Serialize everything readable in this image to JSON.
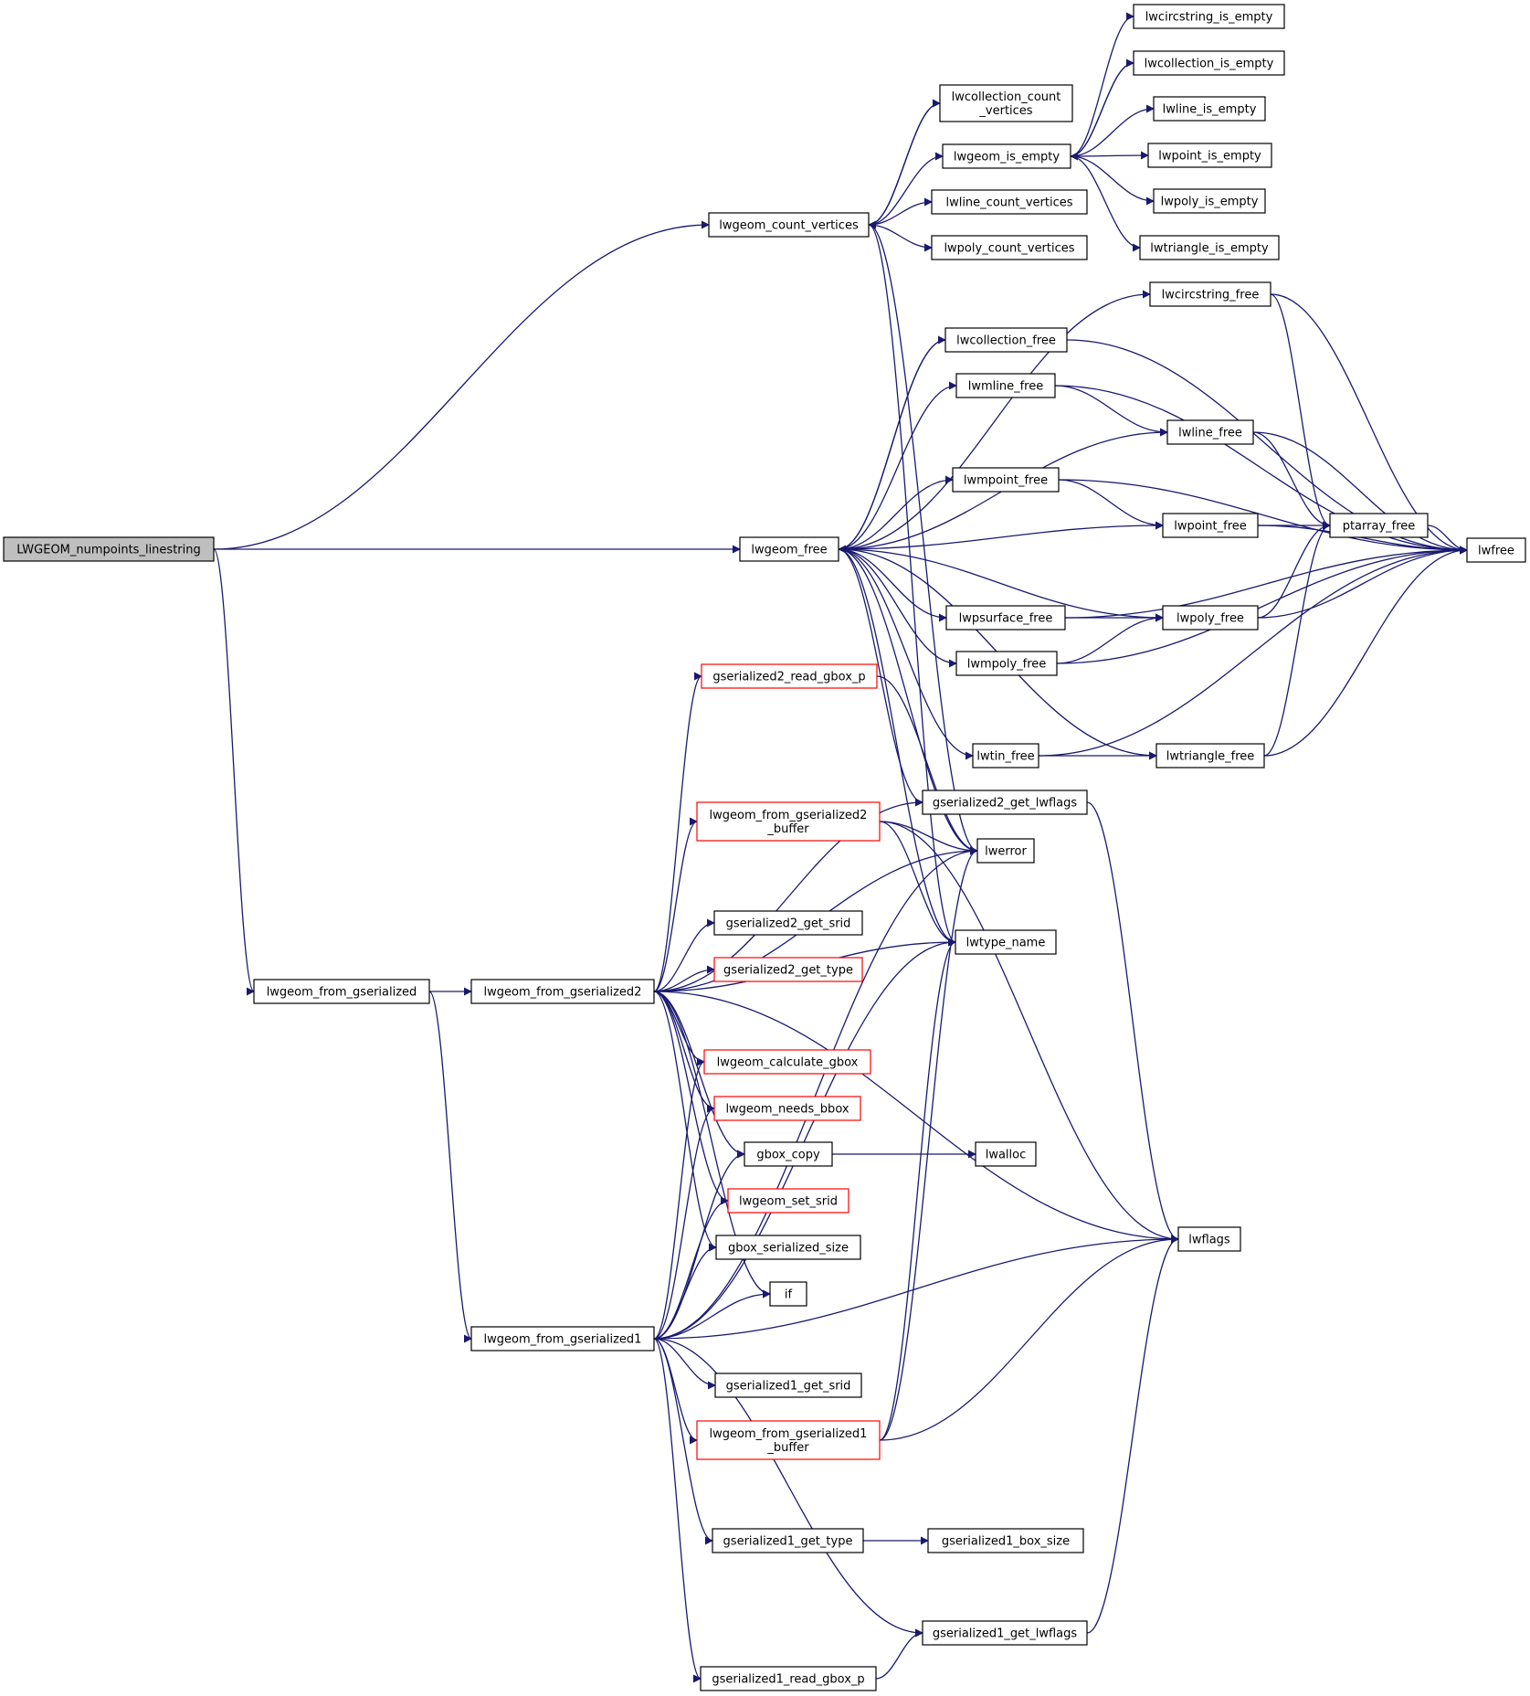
{
  "colors": {
    "edge": "#191970",
    "node_border": "#000000",
    "truncated_border": "#ff0000",
    "root_fill": "#bfbfbf"
  },
  "nodes": [
    {
      "id": "root",
      "label": [
        "LWGEOM_numpoints_linestring"
      ],
      "root": true
    },
    {
      "id": "count_vertices",
      "label": [
        "lwgeom_count_vertices"
      ]
    },
    {
      "id": "lwgeom_free",
      "label": [
        "lwgeom_free"
      ]
    },
    {
      "id": "from_gser",
      "label": [
        "lwgeom_from_gserialized"
      ]
    },
    {
      "id": "from_gser2",
      "label": [
        "lwgeom_from_gserialized2"
      ]
    },
    {
      "id": "from_gser1",
      "label": [
        "lwgeom_from_gserialized1"
      ]
    },
    {
      "id": "coll_count",
      "label": [
        "lwcollection_count",
        "_vertices"
      ]
    },
    {
      "id": "is_empty",
      "label": [
        "lwgeom_is_empty"
      ]
    },
    {
      "id": "line_count",
      "label": [
        "lwline_count_vertices"
      ]
    },
    {
      "id": "poly_count",
      "label": [
        "lwpoly_count_vertices"
      ]
    },
    {
      "id": "circ_empty",
      "label": [
        "lwcircstring_is_empty"
      ]
    },
    {
      "id": "coll_empty",
      "label": [
        "lwcollection_is_empty"
      ]
    },
    {
      "id": "line_empty",
      "label": [
        "lwline_is_empty"
      ]
    },
    {
      "id": "point_empty",
      "label": [
        "lwpoint_is_empty"
      ]
    },
    {
      "id": "poly_empty",
      "label": [
        "lwpoly_is_empty"
      ]
    },
    {
      "id": "tri_empty",
      "label": [
        "lwtriangle_is_empty"
      ]
    },
    {
      "id": "circ_free",
      "label": [
        "lwcircstring_free"
      ]
    },
    {
      "id": "coll_free",
      "label": [
        "lwcollection_free"
      ]
    },
    {
      "id": "mline_free",
      "label": [
        "lwmline_free"
      ]
    },
    {
      "id": "line_free",
      "label": [
        "lwline_free"
      ]
    },
    {
      "id": "mpoint_free",
      "label": [
        "lwmpoint_free"
      ]
    },
    {
      "id": "point_free",
      "label": [
        "lwpoint_free"
      ]
    },
    {
      "id": "ptarray_free",
      "label": [
        "ptarray_free"
      ]
    },
    {
      "id": "lwfree",
      "label": [
        "lwfree"
      ]
    },
    {
      "id": "psurf_free",
      "label": [
        "lwpsurface_free"
      ]
    },
    {
      "id": "poly_free",
      "label": [
        "lwpoly_free"
      ]
    },
    {
      "id": "mpoly_free",
      "label": [
        "lwmpoly_free"
      ]
    },
    {
      "id": "tin_free",
      "label": [
        "lwtin_free"
      ]
    },
    {
      "id": "tri_free",
      "label": [
        "lwtriangle_free"
      ]
    },
    {
      "id": "g2_read_gbox",
      "label": [
        "gserialized2_read_gbox_p"
      ],
      "truncated": true
    },
    {
      "id": "g2_lwflags",
      "label": [
        "gserialized2_get_lwflags"
      ]
    },
    {
      "id": "g2_buffer",
      "label": [
        "lwgeom_from_gserialized2",
        "_buffer"
      ],
      "truncated": true
    },
    {
      "id": "lwerror",
      "label": [
        "lwerror"
      ]
    },
    {
      "id": "g2_srid",
      "label": [
        "gserialized2_get_srid"
      ]
    },
    {
      "id": "lwtype_name",
      "label": [
        "lwtype_name"
      ]
    },
    {
      "id": "g2_type",
      "label": [
        "gserialized2_get_type"
      ],
      "truncated": true
    },
    {
      "id": "calc_gbox",
      "label": [
        "lwgeom_calculate_gbox"
      ],
      "truncated": true
    },
    {
      "id": "needs_bbox",
      "label": [
        "lwgeom_needs_bbox"
      ],
      "truncated": true
    },
    {
      "id": "gbox_copy",
      "label": [
        "gbox_copy"
      ]
    },
    {
      "id": "lwalloc",
      "label": [
        "lwalloc"
      ]
    },
    {
      "id": "set_srid",
      "label": [
        "lwgeom_set_srid"
      ],
      "truncated": true
    },
    {
      "id": "gbox_size",
      "label": [
        "gbox_serialized_size"
      ]
    },
    {
      "id": "if",
      "label": [
        "if"
      ]
    },
    {
      "id": "lwflags",
      "label": [
        "lwflags"
      ]
    },
    {
      "id": "g1_srid",
      "label": [
        "gserialized1_get_srid"
      ]
    },
    {
      "id": "g1_buffer",
      "label": [
        "lwgeom_from_gserialized1",
        "_buffer"
      ],
      "truncated": true
    },
    {
      "id": "g1_type",
      "label": [
        "gserialized1_get_type"
      ]
    },
    {
      "id": "g1_box_size",
      "label": [
        "gserialized1_box_size"
      ]
    },
    {
      "id": "g1_lwflags",
      "label": [
        "gserialized1_get_lwflags"
      ]
    },
    {
      "id": "g1_read_gbox",
      "label": [
        "gserialized1_read_gbox_p"
      ]
    }
  ],
  "edges": [
    [
      "root",
      "count_vertices"
    ],
    [
      "root",
      "lwgeom_free"
    ],
    [
      "root",
      "from_gser"
    ],
    [
      "count_vertices",
      "coll_count"
    ],
    [
      "coll_count",
      "count_vertices"
    ],
    [
      "count_vertices",
      "is_empty"
    ],
    [
      "count_vertices",
      "line_count"
    ],
    [
      "count_vertices",
      "poly_count"
    ],
    [
      "count_vertices",
      "lwerror"
    ],
    [
      "count_vertices",
      "lwtype_name"
    ],
    [
      "is_empty",
      "circ_empty"
    ],
    [
      "is_empty",
      "coll_empty"
    ],
    [
      "coll_empty",
      "is_empty"
    ],
    [
      "is_empty",
      "line_empty"
    ],
    [
      "is_empty",
      "point_empty"
    ],
    [
      "is_empty",
      "poly_empty"
    ],
    [
      "is_empty",
      "tri_empty"
    ],
    [
      "lwgeom_free",
      "circ_free"
    ],
    [
      "lwgeom_free",
      "coll_free"
    ],
    [
      "coll_free",
      "lwgeom_free"
    ],
    [
      "lwgeom_free",
      "mline_free"
    ],
    [
      "lwgeom_free",
      "line_free"
    ],
    [
      "lwgeom_free",
      "mpoint_free"
    ],
    [
      "lwgeom_free",
      "point_free"
    ],
    [
      "lwgeom_free",
      "poly_free"
    ],
    [
      "lwgeom_free",
      "psurf_free"
    ],
    [
      "lwgeom_free",
      "mpoly_free"
    ],
    [
      "lwgeom_free",
      "tri_free"
    ],
    [
      "lwgeom_free",
      "tin_free"
    ],
    [
      "lwgeom_free",
      "lwerror"
    ],
    [
      "lwgeom_free",
      "lwtype_name"
    ],
    [
      "lwgeom_free",
      "g2_lwflags"
    ],
    [
      "circ_free",
      "ptarray_free"
    ],
    [
      "circ_free",
      "lwfree"
    ],
    [
      "coll_free",
      "lwfree"
    ],
    [
      "mline_free",
      "line_free"
    ],
    [
      "mline_free",
      "lwfree"
    ],
    [
      "line_free",
      "ptarray_free"
    ],
    [
      "line_free",
      "lwfree"
    ],
    [
      "mpoint_free",
      "point_free"
    ],
    [
      "mpoint_free",
      "lwfree"
    ],
    [
      "point_free",
      "ptarray_free"
    ],
    [
      "point_free",
      "lwfree"
    ],
    [
      "ptarray_free",
      "lwfree"
    ],
    [
      "psurf_free",
      "poly_free"
    ],
    [
      "psurf_free",
      "lwfree"
    ],
    [
      "poly_free",
      "ptarray_free"
    ],
    [
      "poly_free",
      "lwfree"
    ],
    [
      "mpoly_free",
      "poly_free"
    ],
    [
      "mpoly_free",
      "lwfree"
    ],
    [
      "tin_free",
      "tri_free"
    ],
    [
      "tin_free",
      "lwfree"
    ],
    [
      "tri_free",
      "ptarray_free"
    ],
    [
      "tri_free",
      "lwfree"
    ],
    [
      "from_gser",
      "from_gser2"
    ],
    [
      "from_gser",
      "from_gser1"
    ],
    [
      "from_gser2",
      "g2_read_gbox"
    ],
    [
      "from_gser2",
      "g2_lwflags"
    ],
    [
      "from_gser2",
      "lwerror"
    ],
    [
      "from_gser2",
      "g2_buffer"
    ],
    [
      "from_gser2",
      "lwtype_name"
    ],
    [
      "from_gser2",
      "g2_srid"
    ],
    [
      "from_gser2",
      "g2_type"
    ],
    [
      "from_gser2",
      "calc_gbox"
    ],
    [
      "from_gser2",
      "needs_bbox"
    ],
    [
      "from_gser2",
      "gbox_copy"
    ],
    [
      "from_gser2",
      "set_srid"
    ],
    [
      "from_gser2",
      "gbox_size"
    ],
    [
      "from_gser2",
      "if"
    ],
    [
      "from_gser2",
      "lwflags"
    ],
    [
      "g2_read_gbox",
      "lwerror"
    ],
    [
      "g2_lwflags",
      "lwflags"
    ],
    [
      "g2_buffer",
      "lwerror"
    ],
    [
      "g2_buffer",
      "lwtype_name"
    ],
    [
      "g2_buffer",
      "lwflags"
    ],
    [
      "gbox_copy",
      "lwalloc"
    ],
    [
      "from_gser1",
      "calc_gbox"
    ],
    [
      "from_gser1",
      "needs_bbox"
    ],
    [
      "from_gser1",
      "gbox_copy"
    ],
    [
      "from_gser1",
      "set_srid"
    ],
    [
      "from_gser1",
      "gbox_size"
    ],
    [
      "from_gser1",
      "if"
    ],
    [
      "from_gser1",
      "lwerror"
    ],
    [
      "from_gser1",
      "g1_srid"
    ],
    [
      "from_gser1",
      "g1_buffer"
    ],
    [
      "from_gser1",
      "lwtype_name"
    ],
    [
      "from_gser1",
      "g1_type"
    ],
    [
      "from_gser1",
      "lwflags"
    ],
    [
      "from_gser1",
      "g1_lwflags"
    ],
    [
      "from_gser1",
      "g1_read_gbox"
    ],
    [
      "g1_buffer",
      "lwerror"
    ],
    [
      "g1_buffer",
      "lwtype_name"
    ],
    [
      "g1_buffer",
      "lwflags"
    ],
    [
      "g1_type",
      "g1_box_size"
    ],
    [
      "g1_lwflags",
      "lwflags"
    ],
    [
      "g1_read_gbox",
      "g1_lwflags"
    ]
  ]
}
